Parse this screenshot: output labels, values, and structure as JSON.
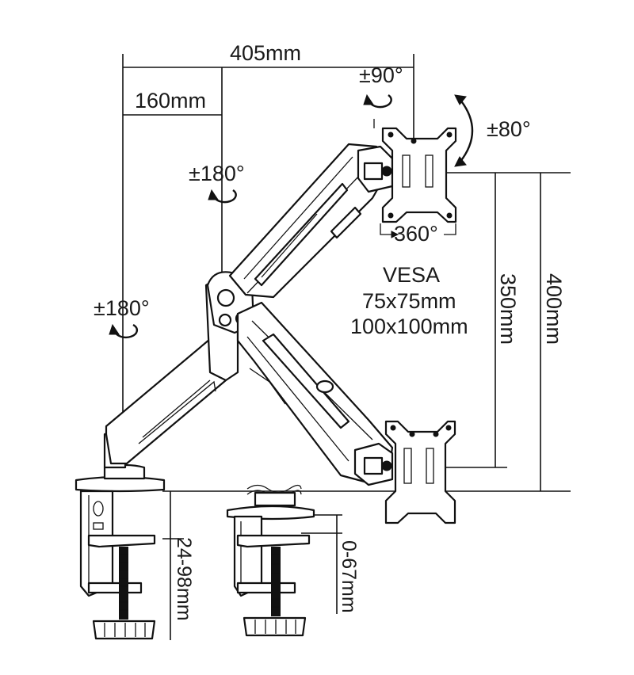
{
  "dimensions": {
    "total_reach": "405mm",
    "arm_segment": "160mm",
    "height_lower": "350mm",
    "height_upper": "400mm",
    "clamp_range": "24-98mm",
    "grommet_range": "0-67mm"
  },
  "rotations": {
    "base_swivel": "±180°",
    "elbow_swivel": "±180°",
    "head_rotate": "±90°",
    "tilt": "±80°",
    "plate_rotate": "360°"
  },
  "vesa": {
    "title": "VESA",
    "size_small": "75x75mm",
    "size_large": "100x100mm"
  }
}
